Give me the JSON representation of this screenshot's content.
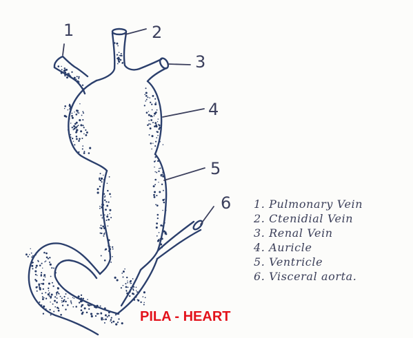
{
  "callouts": [
    "1",
    "2",
    "3",
    "4",
    "5",
    "6"
  ],
  "legend": [
    "1. Pulmonary Vein",
    "2. Ctenidial Vein",
    "3. Renal Vein",
    "4. Auricle",
    "5. Ventricle",
    "6. Visceral aorta."
  ],
  "title": "PILA - HEART",
  "colors": {
    "outline": "#2b3f6c",
    "stipple": "#263a66",
    "title": "#e3121b",
    "ink": "#3a3e58"
  }
}
